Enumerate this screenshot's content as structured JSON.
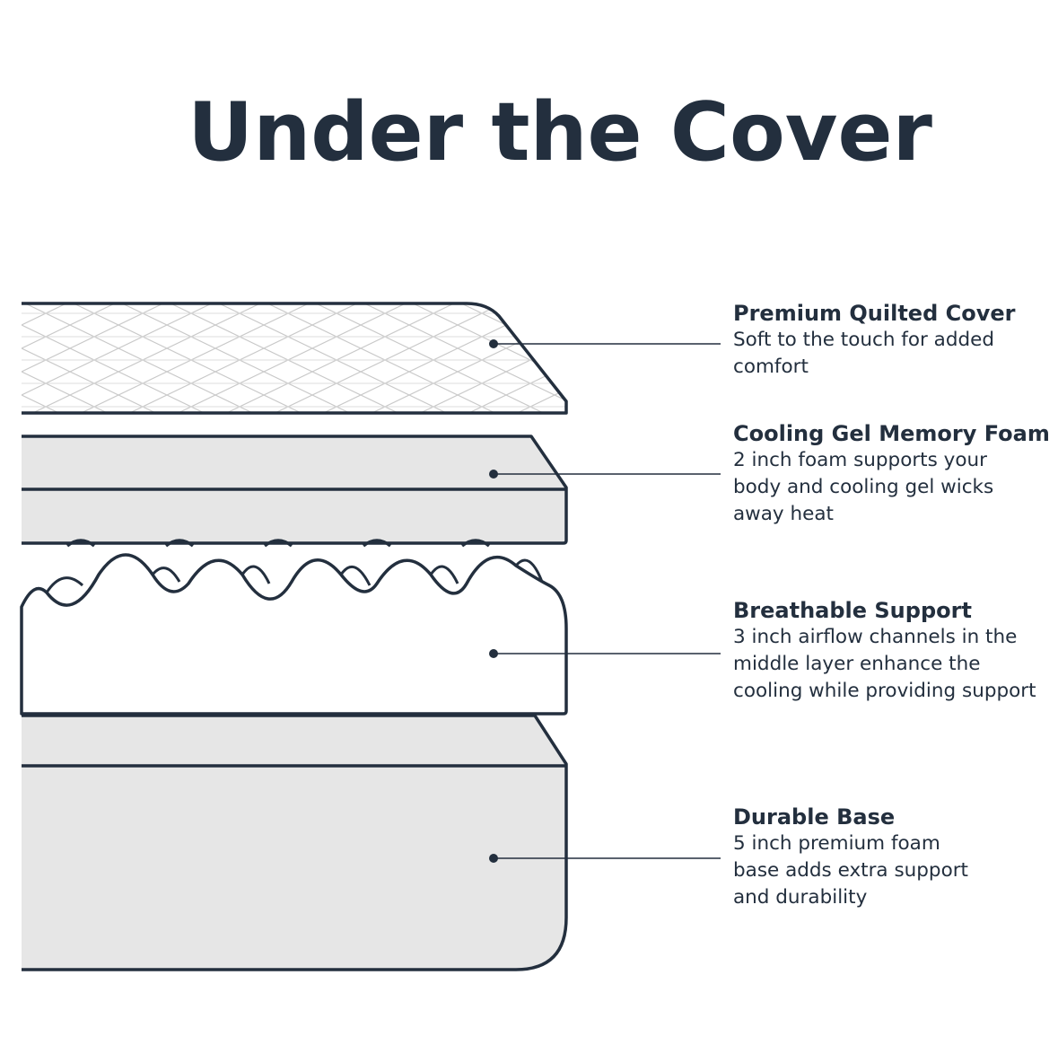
{
  "title": "Under the Cover",
  "colors": {
    "ink": "#232f3e",
    "foam": "#e6e6e6",
    "cover": "#ffffff"
  },
  "layers": [
    {
      "title": "Premium Quilted Cover",
      "description": "Soft to the touch for added comfort"
    },
    {
      "title": "Cooling Gel Memory Foam",
      "description": "2 inch foam supports your body and cooling gel wicks away heat"
    },
    {
      "title": "Breathable Support",
      "description": "3 inch airflow channels in the middle layer enhance the cooling while providing support"
    },
    {
      "title": "Durable Base",
      "description": "5 inch premium foam base adds extra support and durability"
    }
  ]
}
